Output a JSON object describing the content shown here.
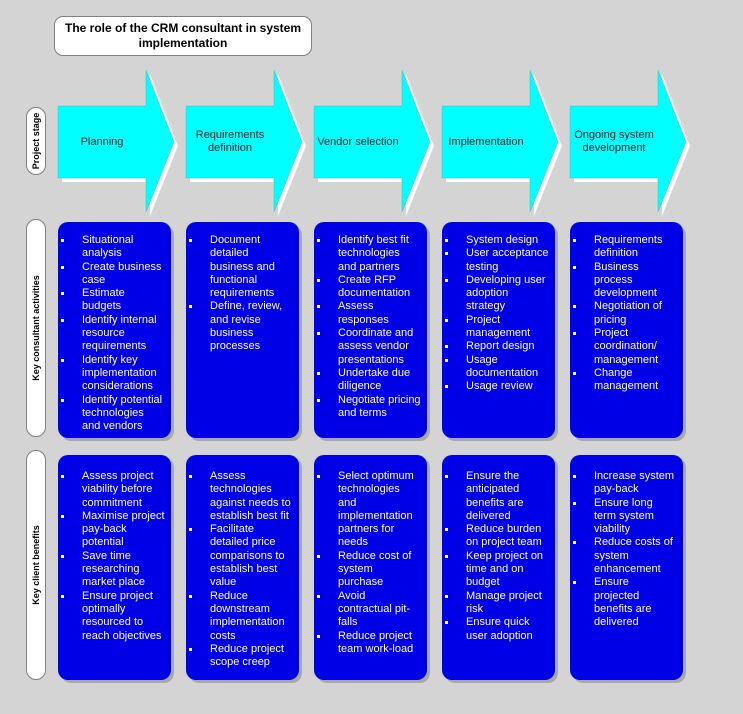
{
  "title": "The role of the CRM consultant in system implementation",
  "row_labels": {
    "stage": "Project stage",
    "activities": "Key consultant activities",
    "benefits": "Key client benefits"
  },
  "stages": [
    {
      "name": "Planning",
      "activities": [
        "Situational analysis",
        "Create business case",
        "Estimate budgets",
        "Identify internal resource requirements",
        "Identify key implementation considerations",
        "Identify potential technologies and vendors"
      ],
      "benefits": [
        "Assess project viability before commitment",
        "Maximise project pay-back potential",
        "Save time researching market place",
        "Ensure project optimally resourced to reach objectives"
      ]
    },
    {
      "name": "Requirements definition",
      "activities": [
        "Document detailed business and functional requirements",
        "Define, review, and revise business processes"
      ],
      "benefits": [
        "Assess technologies against needs to establish best fit",
        "Facilitate detailed price comparisons to establish best value",
        "Reduce downstream implementation costs",
        "Reduce project scope creep"
      ]
    },
    {
      "name": "Vendor selection",
      "activities": [
        "Identify best fit technologies and partners",
        "Create RFP documentation",
        "Assess responses",
        "Coordinate and assess vendor presentations",
        "Undertake due diligence",
        "Negotiate pricing and terms"
      ],
      "benefits": [
        "Select optimum technologies and implementation partners for needs",
        "Reduce cost of system purchase",
        "Avoid contractual pit-falls",
        "Reduce project team work-load"
      ]
    },
    {
      "name": "Implementation",
      "activities": [
        "System design",
        "User acceptance testing",
        "Developing user adoption strategy",
        "Project management",
        "Report design",
        "Usage documentation",
        "Usage review"
      ],
      "benefits": [
        "Ensure the anticipated benefits are delivered",
        "Reduce burden on project team",
        "Keep project on time and on budget",
        "Manage project risk",
        "Ensure quick user adoption"
      ]
    },
    {
      "name": "Ongoing system development",
      "activities": [
        "Requirements definition",
        "Business process development",
        "Negotiation of pricing",
        "Project coordination/ management",
        "Change management"
      ],
      "benefits": [
        "Increase system pay-back",
        "Ensure long term system viability",
        "Reduce costs of system enhancement",
        "Ensure projected benefits are delivered"
      ]
    }
  ],
  "colors": {
    "arrow": "#00ffff",
    "box": "#0000e6",
    "background": "#d4d4d4"
  }
}
